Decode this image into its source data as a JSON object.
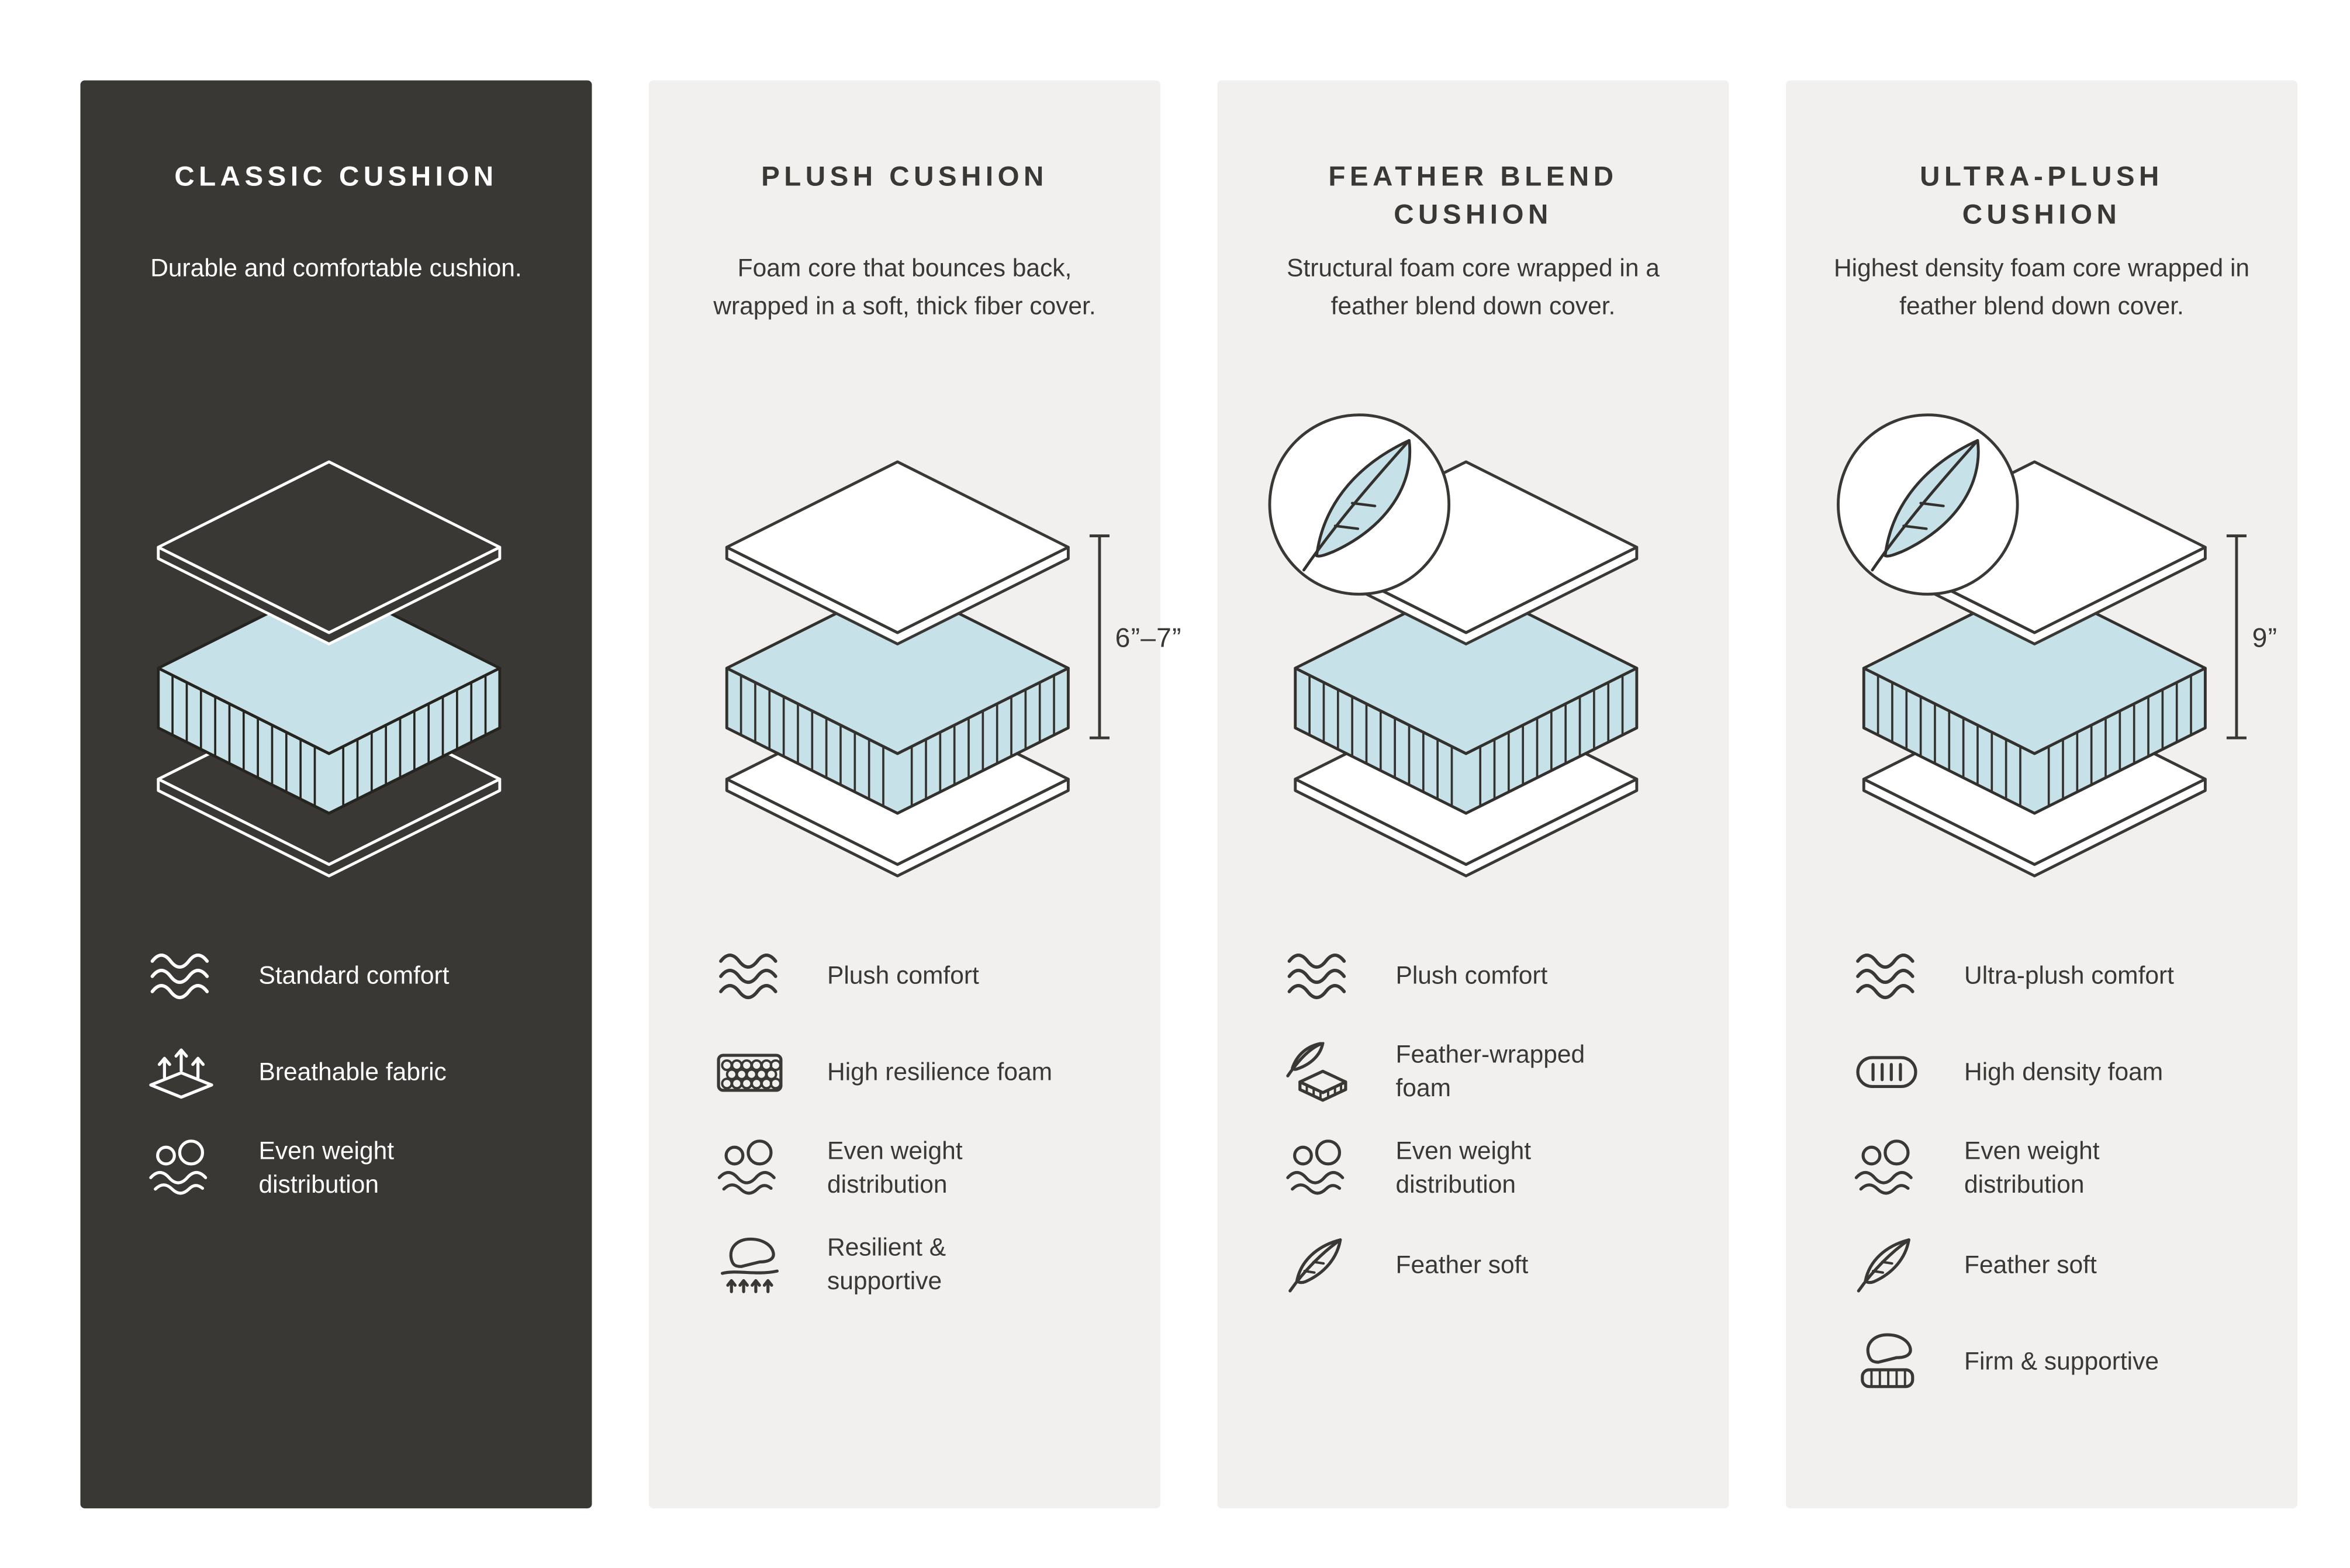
{
  "page": {
    "title": "Cushion comparison infographic",
    "background": "#ffffff"
  },
  "colors": {
    "dark_panel": "#3a3835",
    "light_panel": "#f1f0ee",
    "foam_blue": "#c7e1e9",
    "text_dark": "#3a3835",
    "text_light": "#ffffff"
  },
  "cards": [
    {
      "title": "CLASSIC CUSHION",
      "description": "Durable and comfortable cushion.",
      "theme": "dark",
      "has_feather_badge": false,
      "measurement": "",
      "features": [
        {
          "icon": "waves-icon",
          "label": "Standard comfort"
        },
        {
          "icon": "breathable-icon",
          "label": "Breathable fabric"
        },
        {
          "icon": "weight-distribution-icon",
          "label": "Even weight distribution"
        }
      ]
    },
    {
      "title": "PLUSH CUSHION",
      "description": "Foam core that bounces back, wrapped in a soft, thick fiber cover.",
      "theme": "light",
      "has_feather_badge": false,
      "measurement": "6”–7”",
      "features": [
        {
          "icon": "waves-icon",
          "label": "Plush comfort"
        },
        {
          "icon": "foam-bubbles-icon",
          "label": "High resilience foam"
        },
        {
          "icon": "weight-distribution-icon",
          "label": "Even weight distribution"
        },
        {
          "icon": "hand-press-icon",
          "label": "Resilient & supportive"
        }
      ]
    },
    {
      "title": "FEATHER BLEND CUSHION",
      "description": "Structural foam core wrapped in a feather blend down cover.",
      "theme": "light",
      "has_feather_badge": true,
      "measurement": "",
      "features": [
        {
          "icon": "waves-icon",
          "label": "Plush comfort"
        },
        {
          "icon": "feather-wrapped-foam-icon",
          "label": "Feather-wrapped foam"
        },
        {
          "icon": "weight-distribution-icon",
          "label": "Even weight distribution"
        },
        {
          "icon": "feather-icon",
          "label": "Feather soft"
        }
      ]
    },
    {
      "title": "ULTRA-PLUSH CUSHION",
      "description": "Highest density foam core wrapped in feather blend down cover.",
      "theme": "light",
      "has_feather_badge": true,
      "measurement": "9”",
      "features": [
        {
          "icon": "waves-icon",
          "label": "Ultra-plush comfort"
        },
        {
          "icon": "high-density-foam-icon",
          "label": "High density foam"
        },
        {
          "icon": "weight-distribution-icon",
          "label": "Even weight distribution"
        },
        {
          "icon": "feather-icon",
          "label": "Feather soft"
        },
        {
          "icon": "firm-support-icon",
          "label": "Firm & supportive"
        }
      ]
    }
  ]
}
